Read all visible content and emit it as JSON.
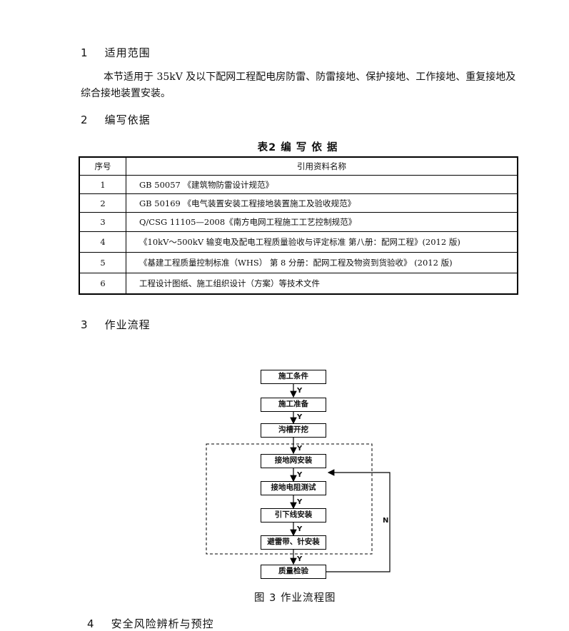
{
  "sections": {
    "s1": {
      "num": "1",
      "title": "适用范围"
    },
    "s1_para_line1": "本节适用于  35kV  及以下配网工程配电房防雷、防雷接地、保护接地、工作接地、重复接地及",
    "s1_para_line2": "综合接地装置安装。",
    "s2": {
      "num": "2",
      "title": "编写依据"
    },
    "s3": {
      "num": "3",
      "title": "作业流程"
    },
    "s4": {
      "num": "4",
      "title": "安全风险辨析与预控"
    }
  },
  "table": {
    "caption": "表2   编   写   依   据",
    "headers": [
      "序号",
      "引用资料名称"
    ],
    "rows": [
      {
        "num": "1",
        "name": "GB 50057 《建筑物防雷设计规范》"
      },
      {
        "num": "2",
        "name": "GB 50169 《电气装置安装工程接地装置施工及验收规范》"
      },
      {
        "num": "3",
        "name": "Q/CSG 11105—2008《南方电网工程施工工艺控制规范》"
      },
      {
        "num": "4",
        "name": "《10kV～500kV 输变电及配电工程质量验收与评定标准    第八册：配网工程》(2012 版)"
      },
      {
        "num": "5",
        "name": "《基建工程质量控制标准（WHS） 第 8 分册：配网工程及物资到货验收》  (2012 版)"
      },
      {
        "num": "6",
        "name": "工程设计图纸、施工组织设计（方案）等技术文件"
      }
    ]
  },
  "flow": {
    "steps": [
      "施工条件",
      "施工准备",
      "沟槽开挖",
      "接地网安装",
      "接地电阻测试",
      "引下线安装",
      "避雷带、针安装",
      "质量检验"
    ],
    "yes_label": "Y",
    "no_label": "N",
    "caption": "图 3   作业流程图"
  }
}
